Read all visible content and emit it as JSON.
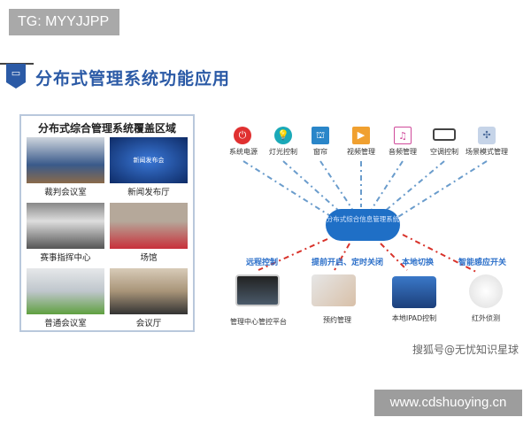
{
  "watermark_tag": "TG: MYYJJPP",
  "header": {
    "title": "分布式管理系统功能应用",
    "icon": "video-camera-icon"
  },
  "panel": {
    "title": "分布式综合管理系统覆盖区域",
    "areas": [
      {
        "label": "裁判会议室"
      },
      {
        "label": "新闻发布厅",
        "photo_text": "新闻发布会"
      },
      {
        "label": "赛事指挥中心"
      },
      {
        "label": "场馆"
      },
      {
        "label": "普通会议室"
      },
      {
        "label": "会议厅"
      }
    ]
  },
  "functions": [
    {
      "label": "系统电源",
      "icon": "power-icon",
      "color": "#e03030"
    },
    {
      "label": "灯光控制",
      "icon": "bulb-icon",
      "color": "#1aa9b8"
    },
    {
      "label": "窗帘",
      "icon": "curtain-icon",
      "color": "#2a86c9"
    },
    {
      "label": "视频管理",
      "icon": "video-icon",
      "color": "#f0a030"
    },
    {
      "label": "音频管理",
      "icon": "music-file-icon",
      "color": "#d04a9a"
    },
    {
      "label": "空调控制",
      "icon": "air-conditioner-icon",
      "color": "#444444"
    },
    {
      "label": "场景模式管理",
      "icon": "scene-icon",
      "color": "#8aa4c8"
    }
  ],
  "cloud": {
    "label": "分布式综合信息管理系统"
  },
  "controls": [
    {
      "action": "远程控制",
      "label": "管理中心管控平台",
      "icon": "monitor-icon"
    },
    {
      "action": "提前开启、定时关闭",
      "label": "预约管理",
      "icon": "phone-hand-icon"
    },
    {
      "action": "本地切换",
      "label": "本地IPAD控制",
      "icon": "tablet-icon"
    },
    {
      "action": "智能感应开关",
      "label": "红外侦测",
      "icon": "infrared-sensor-icon"
    }
  ],
  "colors": {
    "accent": "#2b5aa6",
    "arrow_blue": "#6a9ccc",
    "arrow_red": "#d8322a"
  },
  "watermarks": {
    "sohu": "搜狐号@无忧知识星球",
    "site": "www.cdshuoying.cn"
  }
}
